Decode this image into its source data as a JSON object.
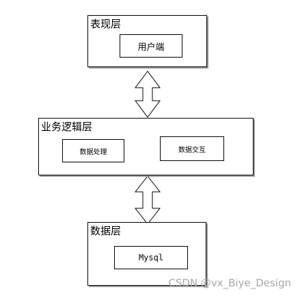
{
  "layers": {
    "presentation": {
      "title": "表现层",
      "items": [
        "用户端"
      ]
    },
    "business": {
      "title": "业务逻辑层",
      "items": [
        "数据处理",
        "数据交互"
      ]
    },
    "data": {
      "title": "数据层",
      "items": [
        "Mysql"
      ]
    }
  },
  "watermark": "CSDN @vx_Biye_Design",
  "colors": {
    "line": "#000000",
    "shadow": "#9a9a9a",
    "watermark": "#a8a8a8",
    "background": "#ffffff"
  }
}
